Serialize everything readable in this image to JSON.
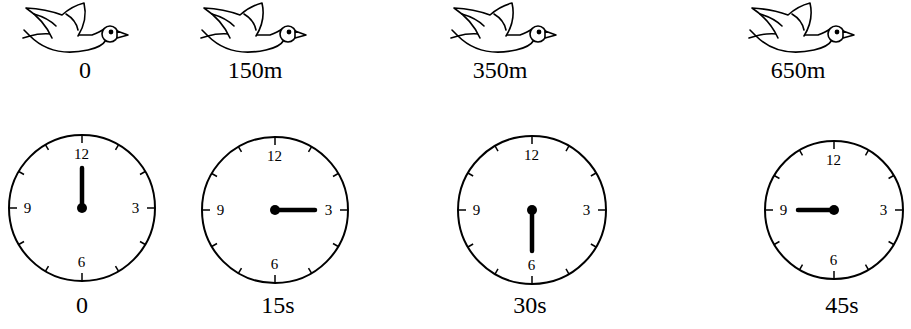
{
  "diagram": {
    "nodes": [
      {
        "text": [
          "12",
          "3",
          "6",
          "9"
        ]
      },
      {
        "text": [
          "12",
          "3",
          "6",
          "9"
        ]
      },
      {
        "text": [
          "12",
          "3",
          "6",
          "9"
        ]
      },
      {
        "text": [
          "12",
          "3",
          "6",
          "9"
        ]
      }
    ],
    "labels": [
      "0",
      "150m",
      "350m",
      "650m",
      "0",
      "15s",
      "30s",
      "45s"
    ]
  }
}
